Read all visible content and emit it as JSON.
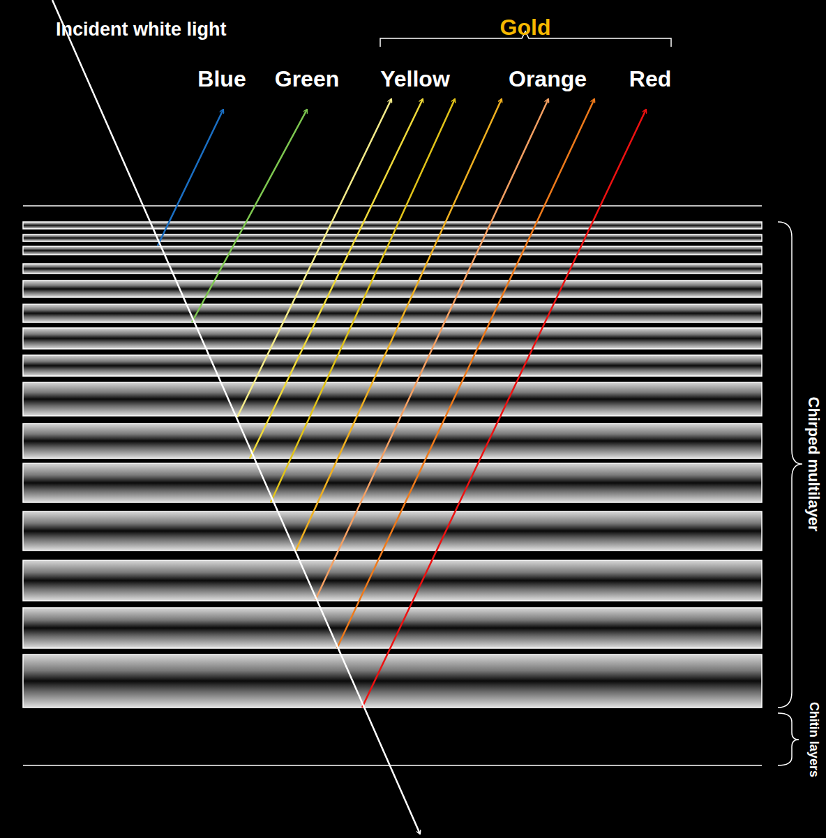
{
  "diagram": {
    "labels": [
      "Incident white light",
      "Gold",
      "Blue",
      "Green",
      "Yellow",
      "Orange",
      "Red",
      "Chirped multilayer",
      "Chitin layers"
    ]
  }
}
